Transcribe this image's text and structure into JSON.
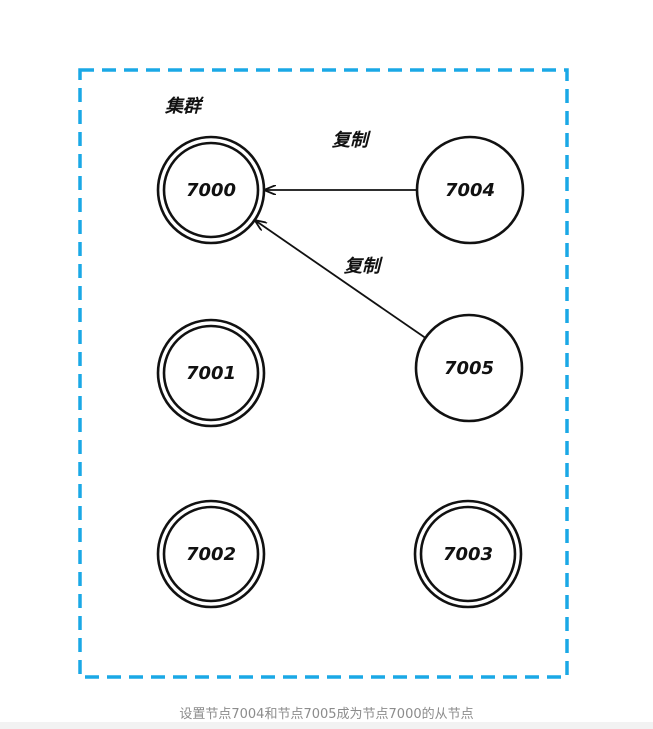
{
  "diagram": {
    "cluster_label": "集群",
    "cluster_border_color": "#1aa8e6",
    "nodes": [
      {
        "id": "7000",
        "label": "7000",
        "role": "master"
      },
      {
        "id": "7001",
        "label": "7001",
        "role": "master"
      },
      {
        "id": "7002",
        "label": "7002",
        "role": "master"
      },
      {
        "id": "7003",
        "label": "7003",
        "role": "master"
      },
      {
        "id": "7004",
        "label": "7004",
        "role": "slave"
      },
      {
        "id": "7005",
        "label": "7005",
        "role": "slave"
      }
    ],
    "edges": [
      {
        "from": "7004",
        "to": "7000",
        "label": "复制"
      },
      {
        "from": "7005",
        "to": "7000",
        "label": "复制"
      }
    ]
  },
  "caption": "设置节点7004和节点7005成为节点7000的从节点"
}
